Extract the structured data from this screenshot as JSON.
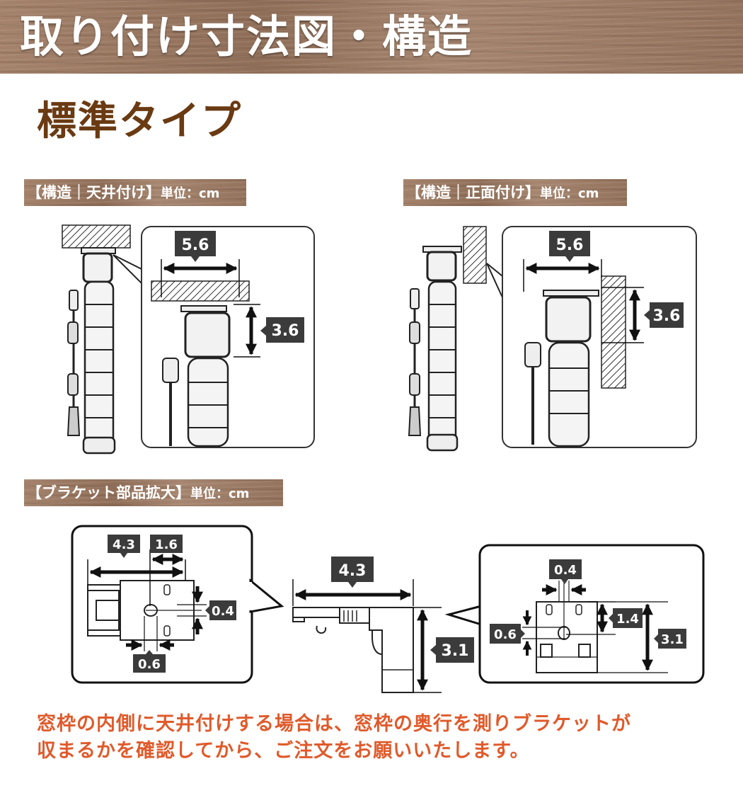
{
  "page": {
    "title": "取り付け寸法図・構造",
    "subtitle": "標準タイプ",
    "note_line1": "窓枠の内側に天井付けする場合は、窓枠の奥行を測りブラケットが",
    "note_line2": "収まるかを確認してから、ご注文をお願いいたします。"
  },
  "sections": {
    "ceiling": {
      "label": "【構造｜天井付け】",
      "unit": "単位：cm"
    },
    "front": {
      "label": "【構造｜正面付け】",
      "unit": "単位：cm"
    },
    "bracket": {
      "label": "【ブラケット部品拡大】",
      "unit": "単位：cm"
    }
  },
  "dimensions": {
    "ceiling_width": "5.6",
    "ceiling_height": "3.6",
    "front_width": "5.6",
    "front_height": "3.6",
    "bracket_top_total": "4.3",
    "bracket_top_part": "1.6",
    "bracket_top_slot": "0.4",
    "bracket_top_bottom": "0.6",
    "bracket_side_width": "4.3",
    "bracket_side_height": "3.1",
    "bracket_front_slot": "0.4",
    "bracket_front_upper": "1.4",
    "bracket_front_hole": "0.6",
    "bracket_front_height": "3.1"
  },
  "colors": {
    "wood": "#9c7a63",
    "subtitle": "#6a3a12",
    "note": "#e05a2b",
    "dim_box": "#3b3b3b"
  }
}
